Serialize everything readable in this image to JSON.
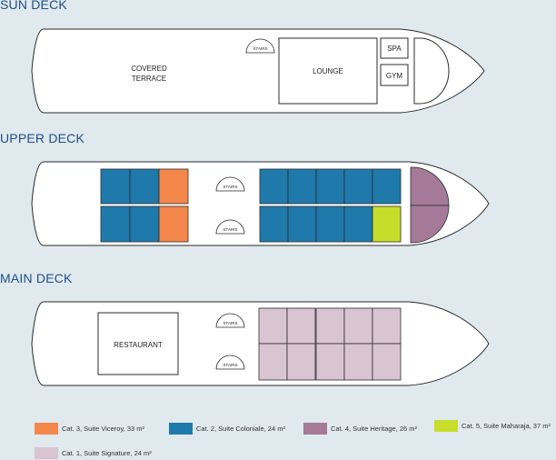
{
  "decks": {
    "sun": {
      "title": "SUN DECK",
      "covered_terrace": [
        "COVERED",
        "TERRACE"
      ],
      "stairs": "STAIRS",
      "lounge": "LOUNGE",
      "spa": "SPA",
      "gym": "GYM"
    },
    "upper": {
      "title": "UPPER DECK",
      "stairs": "STAIRS"
    },
    "main": {
      "title": "MAIN DECK",
      "restaurant": "RESTAURANT",
      "stairs": "STAIRS"
    }
  },
  "colors": {
    "background": "#dfe9ee",
    "hull": "#ffffff",
    "outline": "#2b2b2b",
    "title": "#1f4f86",
    "viceroy": "#f4874b",
    "coloniale": "#1f7aab",
    "heritage": "#a47a98",
    "maharaja": "#c8dc2c",
    "signature": "#d9c4d2"
  },
  "legend": [
    {
      "key": "viceroy",
      "label": "Cat. 3, Suite Viceroy, 33 m²"
    },
    {
      "key": "coloniale",
      "label": "Cat. 2, Suite Coloniale, 24 m²"
    },
    {
      "key": "heritage",
      "label": "Cat. 4, Suite Heritage, 26 m²"
    },
    {
      "key": "maharaja",
      "label": "Cat. 5, Suite Maharaja, 37 m²"
    },
    {
      "key": "signature",
      "label": "Cat. 1, Suite Signature, 24 m²"
    }
  ]
}
